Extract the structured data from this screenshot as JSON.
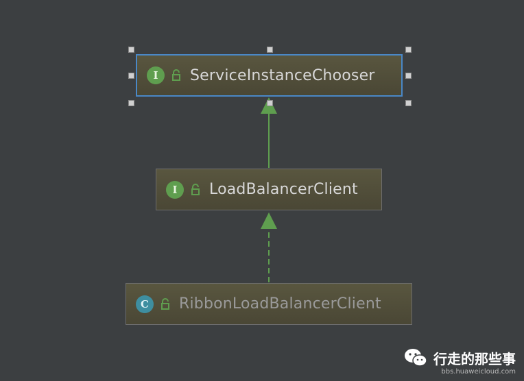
{
  "diagram": {
    "nodes": [
      {
        "id": "chooser",
        "label": "ServiceInstanceChooser",
        "kind": "interface",
        "badge": "I",
        "selected": true
      },
      {
        "id": "client",
        "label": "LoadBalancerClient",
        "kind": "interface",
        "badge": "I",
        "selected": false
      },
      {
        "id": "ribbon",
        "label": "RibbonLoadBalancerClient",
        "kind": "class",
        "badge": "C",
        "selected": false
      }
    ],
    "edges": [
      {
        "from": "client",
        "to": "chooser",
        "style": "solid",
        "relation": "extends"
      },
      {
        "from": "ribbon",
        "to": "client",
        "style": "dashed",
        "relation": "implements"
      }
    ]
  },
  "watermark": {
    "name": "行走的那些事",
    "url": "bbs.huaweicloud.com",
    "icon": "wechat-icon"
  },
  "colors": {
    "background": "#3c3f41",
    "interface_badge": "#5f9e4f",
    "class_badge": "#3e8ea0",
    "arrow": "#5f9e4f",
    "selection": "#4a88c7"
  }
}
